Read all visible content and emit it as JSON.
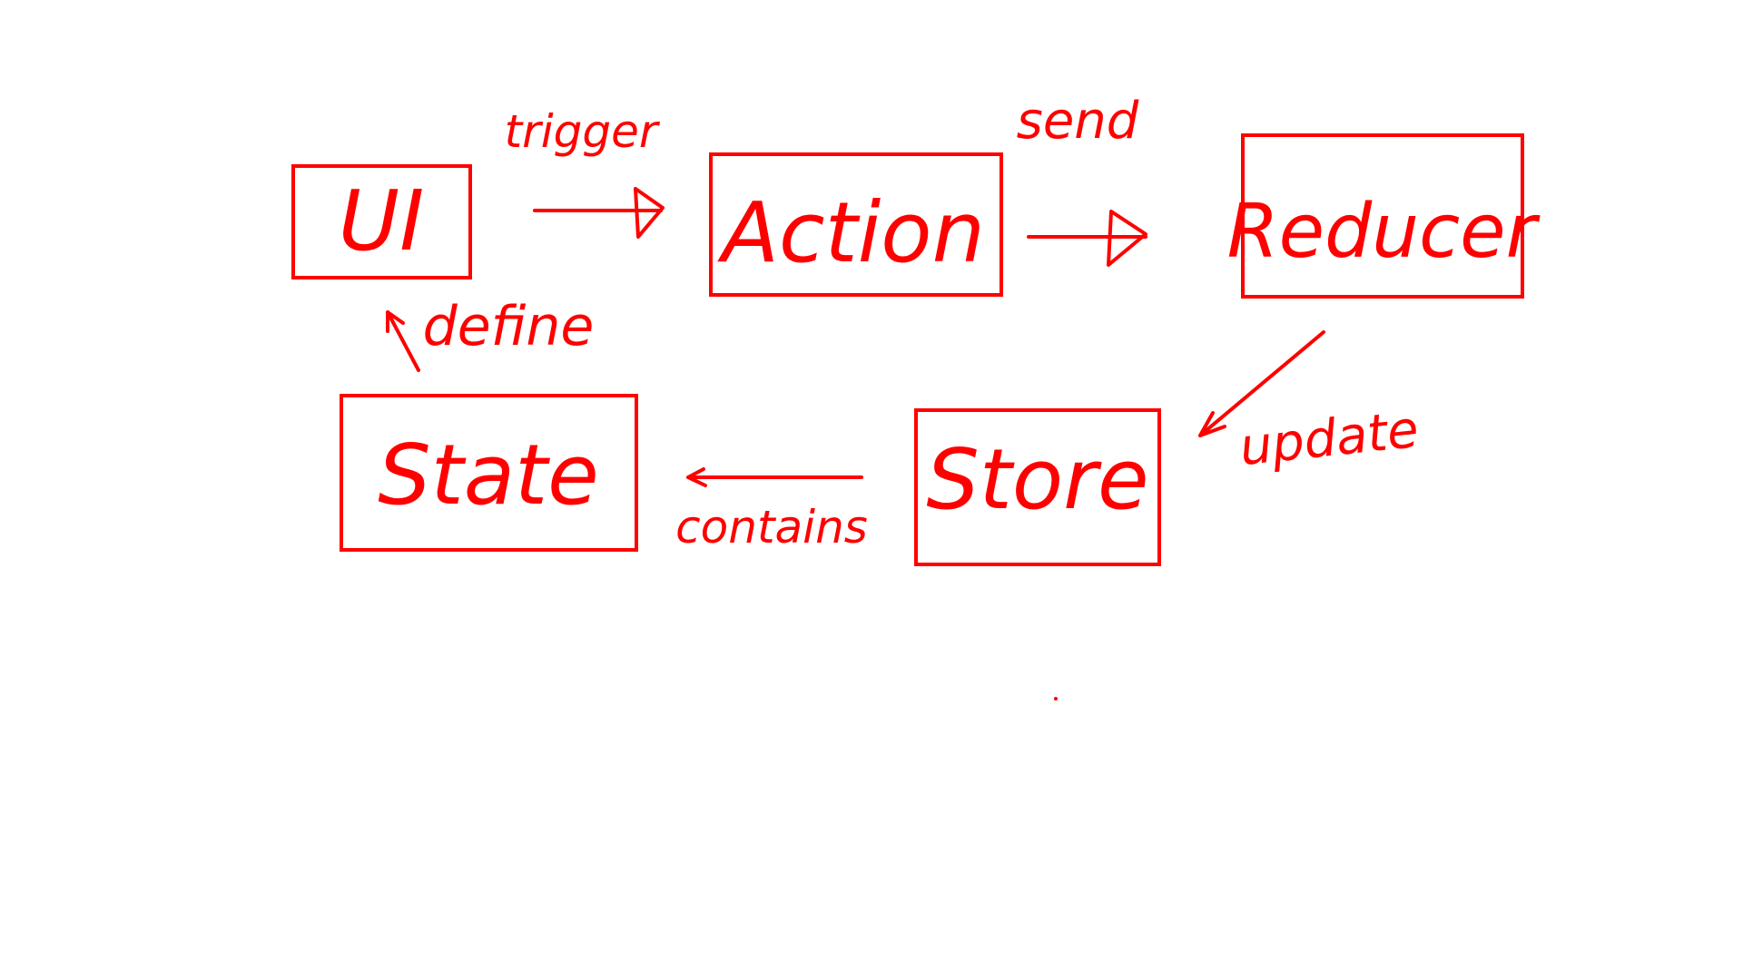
{
  "diagram": {
    "ink_color": "#ff0000",
    "background": "#ffffff",
    "nodes": [
      {
        "id": "ui",
        "label": "UI"
      },
      {
        "id": "action",
        "label": "Action"
      },
      {
        "id": "reducer",
        "label": "Reducer"
      },
      {
        "id": "store",
        "label": "Store"
      },
      {
        "id": "state",
        "label": "State"
      }
    ],
    "edges": [
      {
        "from": "ui",
        "to": "action",
        "label": "trigger"
      },
      {
        "from": "action",
        "to": "reducer",
        "label": "send"
      },
      {
        "from": "reducer",
        "to": "store",
        "label": "update"
      },
      {
        "from": "store",
        "to": "state",
        "label": "contains"
      },
      {
        "from": "state",
        "to": "ui",
        "label": "define"
      }
    ]
  }
}
